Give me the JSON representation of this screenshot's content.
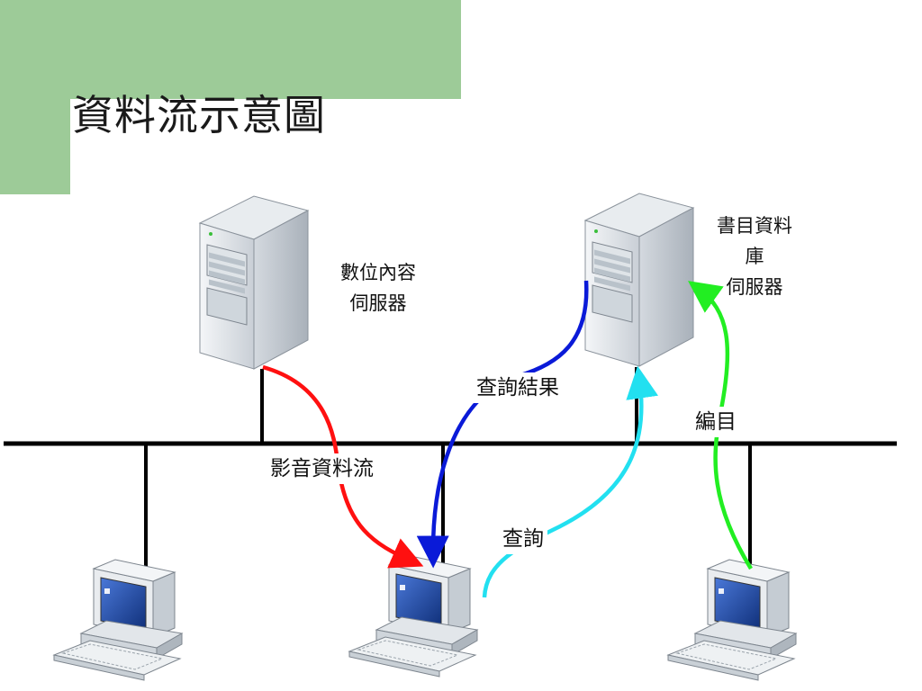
{
  "slide": {
    "title": "資料流示意圖",
    "accent_color": "#9dcb98"
  },
  "diagram": {
    "nodes": {
      "content_server": {
        "label_line1": "數位內容",
        "label_line2": "伺服器",
        "icon": "server-icon"
      },
      "catalog_server": {
        "label_line1": "書目資料",
        "label_line2": "庫",
        "label_line3": "伺服器",
        "icon": "server-icon"
      },
      "client_left": {
        "icon": "desktop-computer-icon"
      },
      "client_center": {
        "icon": "desktop-computer-icon"
      },
      "client_right": {
        "icon": "desktop-computer-icon"
      }
    },
    "flows": {
      "video_stream": {
        "label": "影音資料流",
        "color": "#ff1010"
      },
      "query_result": {
        "label": "查詢結果",
        "color": "#0a1ad8"
      },
      "query": {
        "label": "查詢",
        "color": "#22e0f0"
      },
      "cataloging": {
        "label": "編目",
        "color": "#22ee22"
      }
    }
  }
}
